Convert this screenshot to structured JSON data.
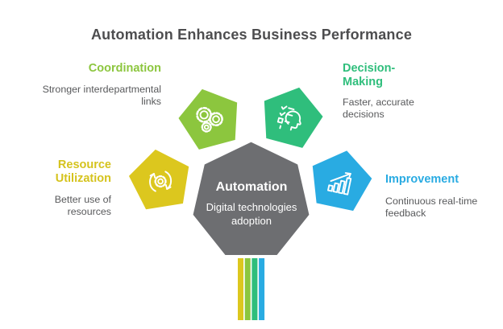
{
  "title": "Automation Enhances Business Performance",
  "title_color": "#4D4D4F",
  "text_color": "#58595B",
  "center": {
    "heading": "Automation",
    "subtitle": "Digital technologies adoption",
    "color": "#6D6E71"
  },
  "items": [
    {
      "id": "coordination",
      "label": "Coordination",
      "description": "Stronger interdepartmental links",
      "color": "#8CC63E",
      "icon": "gears-icon"
    },
    {
      "id": "decision-making",
      "label": "Decision-Making",
      "description": "Faster, accurate decisions",
      "color": "#2FBE7C",
      "icon": "mind-checklist-icon"
    },
    {
      "id": "resource-utilization",
      "label": "Resource Utilization",
      "description": "Better use of resources",
      "color": "#DCC71E",
      "icon": "cycle-gear-icon"
    },
    {
      "id": "improvement",
      "label": "Improvement",
      "description": "Continuous real-time feedback",
      "color": "#29ABE2",
      "icon": "growth-chart-icon"
    }
  ],
  "stripes": [
    "#DCC71E",
    "#8CC63E",
    "#2FBE7C",
    "#29ABE2"
  ]
}
